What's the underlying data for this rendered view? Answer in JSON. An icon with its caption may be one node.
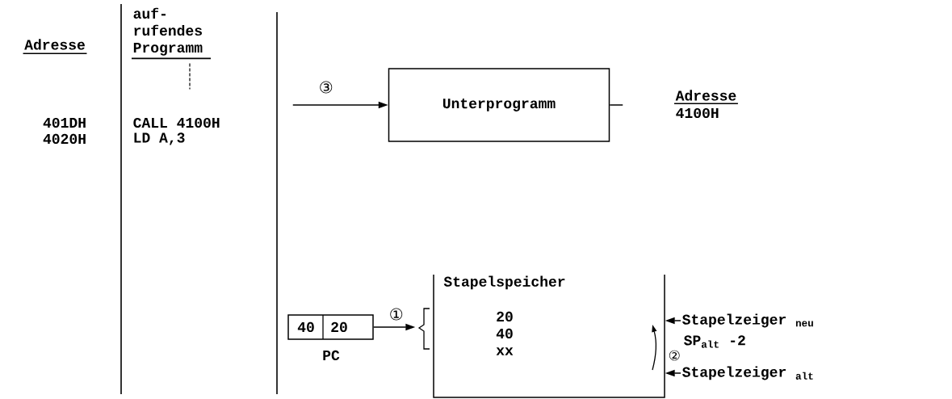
{
  "diagram": {
    "nodes": [
      {
        "text": [
          "Unterprogramm"
        ]
      },
      {
        "text": [
          "40",
          "20"
        ],
        "beside": [
          "PC"
        ]
      },
      {
        "text": [
          "Stapelspeicher",
          "20",
          "40",
          "xx"
        ]
      },
      {
        "text": [
          "Stapelzeiger $_{neu}$"
        ]
      },
      {
        "text": [
          "Stapelzeiger $_{alt}$"
        ]
      }
    ],
    "edges": [
      {
        "from": null,
        "to": 0,
        "arrow": "to",
        "label": "③"
      },
      {
        "from": 0,
        "to": null,
        "arrow": "none"
      },
      {
        "from": 1,
        "to": 2,
        "arrow": "to",
        "label": "①"
      },
      {
        "from": 3,
        "to": 2,
        "arrow": "to"
      },
      {
        "from": 4,
        "to": 2,
        "arrow": "to"
      }
    ],
    "labels": [
      "Adresse",
      "auf- rufendes Programm",
      "401DH",
      "CALL 4100H",
      "4020H",
      "LD A,3",
      "Adresse",
      "4100H",
      "SP$_{alt}$ -2",
      "②"
    ]
  }
}
